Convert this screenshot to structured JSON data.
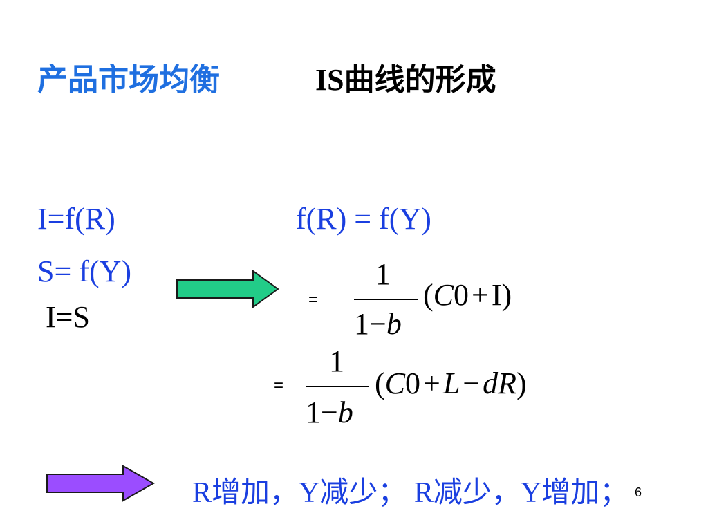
{
  "heading": {
    "left": "产品市场均衡",
    "right_prefix": "IS",
    "right_suffix": "曲线的形成"
  },
  "equations_left": {
    "line1": "I=f(R)",
    "line2": "S= f(Y)",
    "line3": "I=S"
  },
  "equation_right": {
    "line1": "f(R) = f(Y)"
  },
  "formula1": {
    "eq_sign": "=",
    "numerator": "1",
    "den_one": "1",
    "den_minus": "−",
    "den_b": "b",
    "open": "(",
    "c": "C",
    "zero": "0",
    "plus": "+",
    "i": "I",
    "close": ")"
  },
  "formula2": {
    "eq_sign": "=",
    "numerator": "1",
    "den_one": "1",
    "den_minus": "−",
    "den_b": "b",
    "open": "(",
    "c": "C",
    "zero": "0",
    "plus": "+",
    "l": "L",
    "minus": "−",
    "dr": "dR",
    "close": ")"
  },
  "conclusion": "R增加，Y减少； R减少，Y增加；",
  "page_number": "6",
  "colors": {
    "title_blue": "#1f6fe0",
    "text_blue": "#1a3fe0",
    "green_arrow": "#22cc88",
    "purple_arrow": "#9b4dff"
  },
  "icons": {
    "arrow1": "green-right-arrow",
    "arrow2": "purple-right-arrow"
  }
}
